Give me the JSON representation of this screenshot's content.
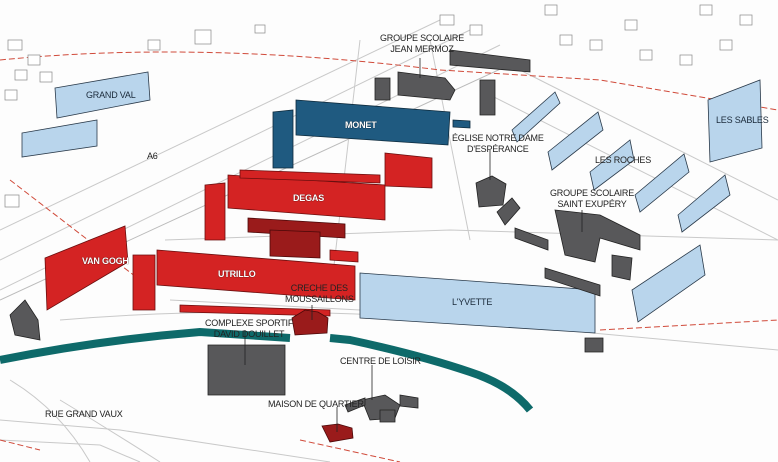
{
  "colors": {
    "housing_red": "#d42323",
    "housing_darkred": "#9a1b1b",
    "monet_navy": "#1f5a80",
    "social_lightblue": "#b9d5ec",
    "facility_gray": "#58585a",
    "river_teal": "#0e6a6a",
    "boundary": "#d04a3a"
  },
  "labels": {
    "grand_val": "GRAND VAL",
    "a6": "A6",
    "monet": "MONET",
    "mermoz_1": "GROUPE SCOLAIRE",
    "mermoz_2": "JEAN MERMOZ",
    "eglise_1": "ÉGLISE NOTRE DAME",
    "eglise_2": "D'ESPÉRANCE",
    "les_sables": "LES SABLES",
    "les_roches": "LES ROCHES",
    "degas": "DEGAS",
    "exupery_1": "GROUPE SCOLAIRE",
    "exupery_2": "SAINT EXUPÉRY",
    "van_gogh": "VAN GOGH",
    "utrillo": "UTRILLO",
    "creche_1": "CRECHE DES",
    "creche_2": "MOUSSAILLONS",
    "yvette": "L'YVETTE",
    "complexe_1": "COMPLEXE SPORTIF",
    "complexe_2": "DAVID DOUILLET",
    "centre_loisir": "CENTRE DE LOISIR",
    "maison_quartier": "MAISON DE QUARTIER",
    "rue_grand_vaux": "RUE GRAND VAUX"
  }
}
